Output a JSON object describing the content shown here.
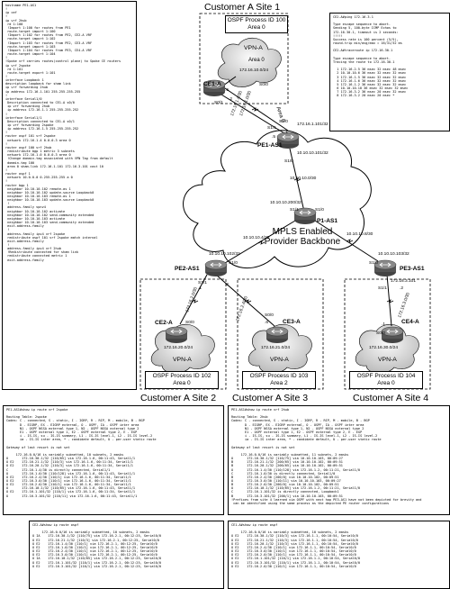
{
  "left_config": {
    "text": "hostname PE1-AS1\n!\nip cef\n!\nip vrf 2hub\n rd 1:100\n !Import 1:100 for routes from PE1\n route-target import 1:100\n !Import 1:102 for routes from PE2, CE2-A VRF\n route-target import 1:102\n !Import 1:103 for routes from PE2, CE3-A VRF\n route-target import 1:103\n !Import 1:104 for routes from PE3, CE4-A VRF\n route-target import 1:104\n!\n!Spoke vrf carries routes(control plane) to Spoke CE routers\nip vrf 2spoke\n rd 1:101\n route-target export 1:101\n!\ninterface Loopback 1\ndescription loopback for sham link\nip vrf forwarding 2hub\nip address 172.16.1.101 255.255.255.255\n!\ninterface Serial1/0\n Description connected to CE1-A s0/0\n ip vrf forwarding 2hub\n ip address 172.16.1.1 255.255.255.252\n!\ninterface Serial1/1\n Description connected to CE1-A s0/1\n ip vrf forwarding 2spoke\n ip address 172.16.1.5 255.255.255.252\n!\nrouter ospf 101 vrf 2spoke\n network 172.16.1.4 0.0.0.3 area 0\n!\nrouter ospf 100 vrf 2hub\n redistribute bgp 1 metric 3 subnets\n network 172.16.1.0 0.0.0.3 area 0\n !Change domain-tag associated with VPN Tag from default\n domain-tag 100\n area 0 sham-link 172.16.1.101 172.16.3.101 cost 10\n!\nrouter ospf 1\n network 10.0.0.0 0.255.255.255 a 0\n!\nrouter bgp 1\n neighbor 10.10.10.102 remote-as 1\n neighbor 10.10.10.102 update-source Loopback0\n neighbor 10.10.10.103 remote-as 1\n neighbor 10.10.10.103 update-source Loopback0\n !\n address-family vpnv4\n neighbor 10.10.10.102 activate\n neighbor 10.10.10.102 send-community extended\n neighbor 10.10.10.103 activate\n neighbor 10.10.10.103 send-community extended\n exit-address-family\n !\n address-family ipv4 vrf 2spoke\n redistribute ospf 101 vrf 2spoke match internal\n exit-address-family\n !\n address-family ipv4 vrf 2hub\n !Redistribute connected for sham link\n redistribute connected metric 1\n exit-address-family"
  },
  "ping_panel": {
    "text": "CE2-A#ping 172.16.3.1\n\nType escape sequence to abort.\nSending 5, 100-byte ICMP Echos to\n172.16.30.1, timeout is 2 seconds:\n!!!!!\nSuccess rate is 100 percent (5/5),\nround-trip min/avg/max = 16/31/32 ms\n\nCE2-A#traceroute ip 172.16.30.1\n\nType escape sequence to abort.\nTracing the route to 172.16.30.1\n\n  1 172.16.2.5 36 msec 32 msec 48 msec\n  2 10.10.10.6 36 msec 32 msec 32 msec\n  3 172.16.1.5 36 msec 32 msec 32 msec\n  4 172.16.1.6 36 msec 32 msec 32 msec\n  5 172.16.1.2 36 msec 32 msec 32 msec\n  6 10.10.10.10 36 msec 32 msec 32 msec\n  7 172.16.3.2 36 msec 20 msec 32 msec\n  8 172.16.3.2 20 msec 20 msec *"
  },
  "site1_label": "Customer A Site 1",
  "site2_label": "Customer A Site 2",
  "site3_label": "Customer A Site 3",
  "site4_label": "Customer A Site 4",
  "ospf100": "OSPF Process ID 100\nArea 0",
  "ospf102": "OSPF Process ID 102\nArea 0",
  "ospf103": "OSPF Process ID 103\nArea 2",
  "ospf104": "OSPF Process ID 104\nArea 0",
  "mpls": "MPLS Enabled\nProvider Backbone",
  "routers": {
    "ce1": "CE1-A",
    "pe1": "PE1-AS1",
    "p1": "P1-AS1",
    "pe2": "PE2-AS1",
    "pe3": "PE3-AS1",
    "ce2": "CE2-A",
    "ce3": "CE3-A",
    "ce4": "CE4-A"
  },
  "vpn": {
    "site1_net": "172.16.10.0/24",
    "site1_area": "Area 0",
    "site1_vpn": "VPN-A",
    "site2_net": "172.16.20.0/24",
    "site2_vpn": "VPN-A",
    "site3_net": "172.16.21.0/24",
    "site3_vpn": "VPN-A",
    "site4_net": "172.16.30.0/24",
    "site4_vpn": "VPN-A"
  },
  "labels": {
    "ce1_s00_top": "S0/0",
    "ce1_dot6": ".6",
    "ce1_dot2": ".2",
    "ce1_s01": "S0/1",
    "link_14_30": "172.16.1.4/30",
    "link_0_30": "172.16.1.0/30",
    "area0_vert": "Area 0",
    "pe1_dot5": ".5",
    "pe1_dot1": ".1",
    "pe1_s11": "S1/1",
    "pe1_s10": "S1/0",
    "pe1_loop": "172.16.1.101/32",
    "pe1_ip": "10.10.10.101/32",
    "p1_link1": "10.10.10.0/30",
    "pe1_s10b": "S1/0",
    "p1_link200": "10.10.10.200/32",
    "p1_s11": "S1/1",
    "p1_s10": "S1/0",
    "p1_link4": "10.10.10.4/30",
    "p1_link8": "10.10.10.8/30",
    "pe2_ip": "10.10.10.102/32",
    "pe2_s10": "S1/0",
    "pe2_s11": "S1/1",
    "pe3_ip": "10.10.10.103/32",
    "pe3_s10": "S1/0",
    "pe3_s11": "S1/1",
    "pe3_loop": "172.16.3.101",
    "ce2_s00": "S0/0",
    "ce2_dot1": ".1",
    "pe2_dot2": ".2",
    "ce2_link": "172.16.2.0/30",
    "ce3_link": "172.16.2.4/30",
    "ce3_dot6": ".6",
    "ce3_s00": "S0/0",
    "pe3_dot2": ".2",
    "ce4_link": "172.16.3.0/30",
    "ce4_dot1": ".1",
    "ce4_s00": "S0/0"
  },
  "pe2_panel": {
    "text": "PE1-AS1#show ip route vrf 2spoke\n\nRouting Table: 2spoke\nCodes: C - connected, S - static, I - IGRP, R - RIP, M - mobile, B - BGP\n       D - EIGRP, EX - EIGRP external, O - OSPF, IA - OSPF inter area\n       N1 - OSPF NSSA external type 1, N2 - OSPF NSSA external type 2\n       E1 - OSPF external type 1, E2 - OSPF external type 2, E - EGP\n       i - IS-IS, su - IS-IS summary, L1 - IS-IS level-1, L2 - IS-IS level-2\n       ia - IS-IS inter area, * - candidate default, U - per-user static route\n\nGateway of last resort is not set\n\n     172.16.0.0/16 is variably subnetted, 10 subnets, 2 masks\nO       172.16.30.1/32 [110/65] via 172.16.1.6, 00:11:43, Serial1/1\nO E2    172.16.21.1/32 [110/3] via 172.16.1.6, 00:11:34, Serial1/1\nO E2    172.16.20.1/32 [110/3] via 172.16.1.6, 00:11:34, Serial1/1\nC       172.16.1.4/30 is directly connected, Serial1/1\nO       172.16.1.0/30 [110/128] via 172.16.1.6, 00:11:43, Serial1/1\nO E2    172.16.2.4/30 [110/1] via 172.16.1.6, 00:11:34, Serial1/1\nO E2    172.16.3.0/30 [110/1] via 172.16.1.6, 00:11:34, Serial1/1\nO E2    172.16.2.0/30 [110/1] via 172.16.1.6, 00:11:34, Serial1/1\nO       172.16.10.1/32 [110/65] via 172.16.1.6, 00:11:43, Serial1/1\nO E2    172.16.1.101/32 [110/1] via 172.16.1.6, 00:11:34, Serial1/1\nO       172.16.3.101/32 [110/11] via 172.16.1.6, 00:11:43, Serial1/1"
  },
  "pe3_panel": {
    "text": "PE1-AS1#show ip route vrf 2hub\n\nRouting Table: 2hub\nCodes: C - connected, S - static, I - IGRP, R - RIP, M - mobile, B - BGP\n       D - EIGRP, EX - EIGRP external, O - OSPF, IA - OSPF inter area\n       N1 - OSPF NSSA external type 1, N2 - OSPF NSSA external type 2\n       E1 - OSPF external type 1, E2 - OSPF external type 2, E - EGP\n       i - IS-IS, su - IS-IS summary, L1 - IS-IS level-1, L2 - IS-IS level-2\n       ia - IS-IS inter area, * - candidate default, U - per-user static route\n\nGateway of last resort is not set\n\n     172.16.0.0/16 is variably subnetted, 11 subnets, 2 masks\nO       172.16.30.1/32 [110/75] via 10.10.10.103, 00:09:27\nB       172.16.21.1/32 [200/65] via 10.10.10.102, 00:09:51\nB       172.16.20.1/32 [200/65] via 10.10.10.102, 00:09:51\nO       172.16.1.4/30 [110/128] via 172.16.1.2, 00:11:21, Serial1/0\nC       172.16.1.0/30 is directly connected, Serial1/0\nB       172.16.2.4/30 [200/0] via 10.10.10.102, 00:09:51\nO       172.16.3.0/30 [110/11] via 10.10.10.103, 00:09:27\nB       172.16.2.0/30 [200/0] via 10.10.10.102, 00:09:51\nO       172.16.10.1/32 [110/65] via 172.16.1.2, 00:11:21, Serial1/0\nC       172.16.1.101/32 is directly connected, Loopback1\nB       172.16.3.101/32 [200/1] via 10.10.10.103, 00:09:51\n!Prefixes from site 4 learned via OSPF with next hop PE3-AS1 have not been depicted for brevity and\n can be identified using the same process as the depicted PE router configurations"
  },
  "ce2_panel": {
    "text": "CE2-A#show ip route ospf\n\n     172.16.0.0/16 is variably subnetted, 10 subnets, 2 masks\nO IA    172.16.30.1/32 [110/75] via 172.16.2.1, 00:12:25, Serial0/0\nO E2    172.16.21.1/32 [110/3] via 172.16.2.1, 00:12:25, Serial0/0\nO E2    172.16.1.4/30 [110/1] via 172.16.2.1, 00:12:25, Serial0/0\nO E2    172.16.1.0/30 [110/1] via 172.16.2.1, 00:12:25, Serial0/0\nO E2    172.16.2.4/30 [110/1] via 172.16.2.1, 00:12:25, Serial0/0\nO E2    172.16.3.0/30 [110/1] via 172.16.2.1, 00:12:25, Serial0/0\nO IA    172.16.10.1/32 [110/65] via 172.16.2.1, 00:12:25, Serial0/0\nO E2    172.16.1.101/32 [110/1] via 172.16.2.1, 00:12:25, Serial0/0\nO E2    172.16.3.101/32 [110/1] via 172.16.2.1, 00:12:25, Serial0/0"
  },
  "ce1_panel": {
    "text": "CE1-A#show ip route ospf\n\n     172.16.0.0/16 is variably subnetted, 10 subnets, 2 masks\nO E2    172.16.30.1/32 [110/3] via 172.16.1.1, 00:10:54, Serial0/0\nO E2    172.16.21.1/32 [110/3] via 172.16.1.1, 00:10:54, Serial0/0\nO E2    172.16.20.1/32 [110/3] via 172.16.1.1, 00:10:54, Serial0/0\nO E2    172.16.2.4/30 [110/1] via 172.16.1.1, 00:10:54, Serial0/0\nO E2    172.16.3.0/30 [110/1] via 172.16.1.1, 00:10:54, Serial0/0\nO E2    172.16.2.0/30 [110/1] via 172.16.1.1, 00:10:54, Serial0/0\nO E2    172.16.1.101/32 [110/1] via 172.16.1.1, 00:10:54, Serial0/0\nO E2    172.16.3.101/32 [110/1] via 172.16.1.1, 00:10:54, Serial0/0\nO E2    172.16.2.0/30 [110/1] via 172.16.1.1, 00:10:54, Serial0/0"
  }
}
